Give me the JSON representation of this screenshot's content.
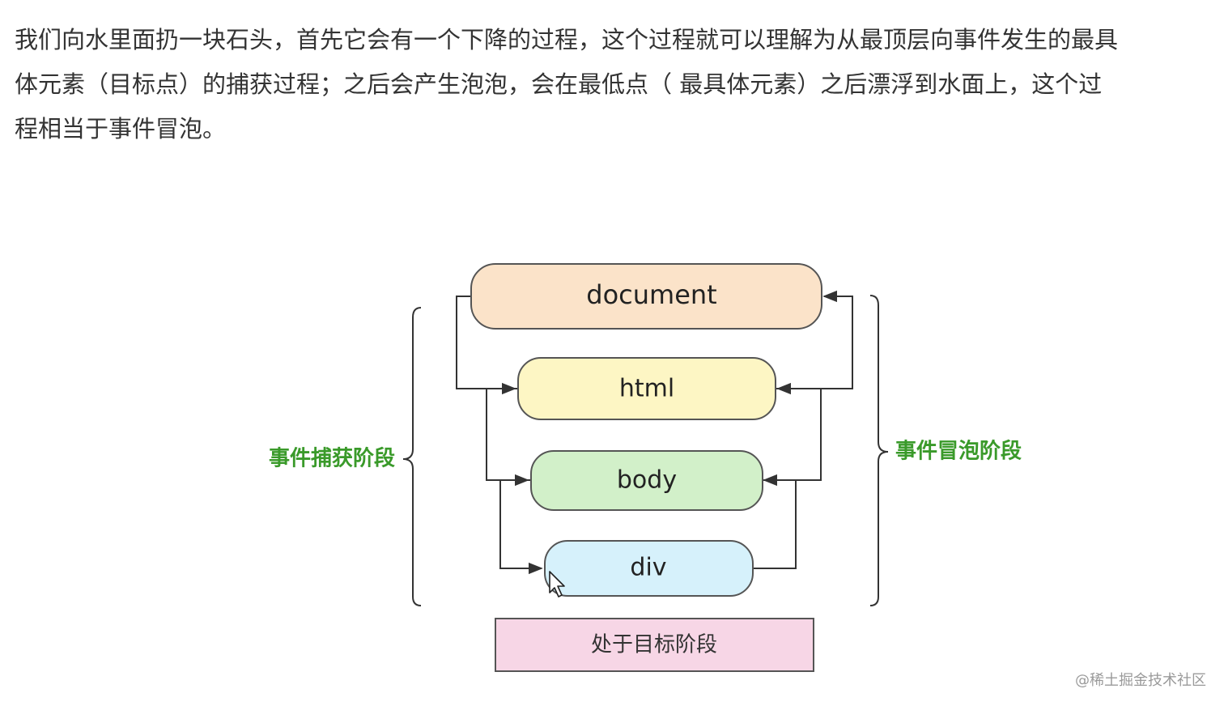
{
  "paragraph": {
    "line1": "我们向水里面扔一块石头，首先它会有一个下降的过程，这个过程就可以理解为从最顶层向事件发生的最具",
    "line2": "体元素（目标点）的捕获过程；之后会产生泡泡，会在最低点（ 最具体元素）之后漂浮到水面上，这个过",
    "line3": "程相当于事件冒泡。"
  },
  "diagram": {
    "nodes": {
      "document": {
        "label": "document",
        "color": "#fbe3c9"
      },
      "html": {
        "label": "html",
        "color": "#fdf6c4"
      },
      "body": {
        "label": "body",
        "color": "#d2f0c9"
      },
      "div": {
        "label": "div",
        "color": "#d6f1fb"
      }
    },
    "capture_label": "事件捕获阶段",
    "bubble_label": "事件冒泡阶段",
    "target_label": "处于目标阶段",
    "target_color": "#f7d6e6",
    "label_color": "#3a9a2a",
    "cursor_icon": "mouse-pointer-icon"
  },
  "watermark": "@稀土掘金技术社区"
}
